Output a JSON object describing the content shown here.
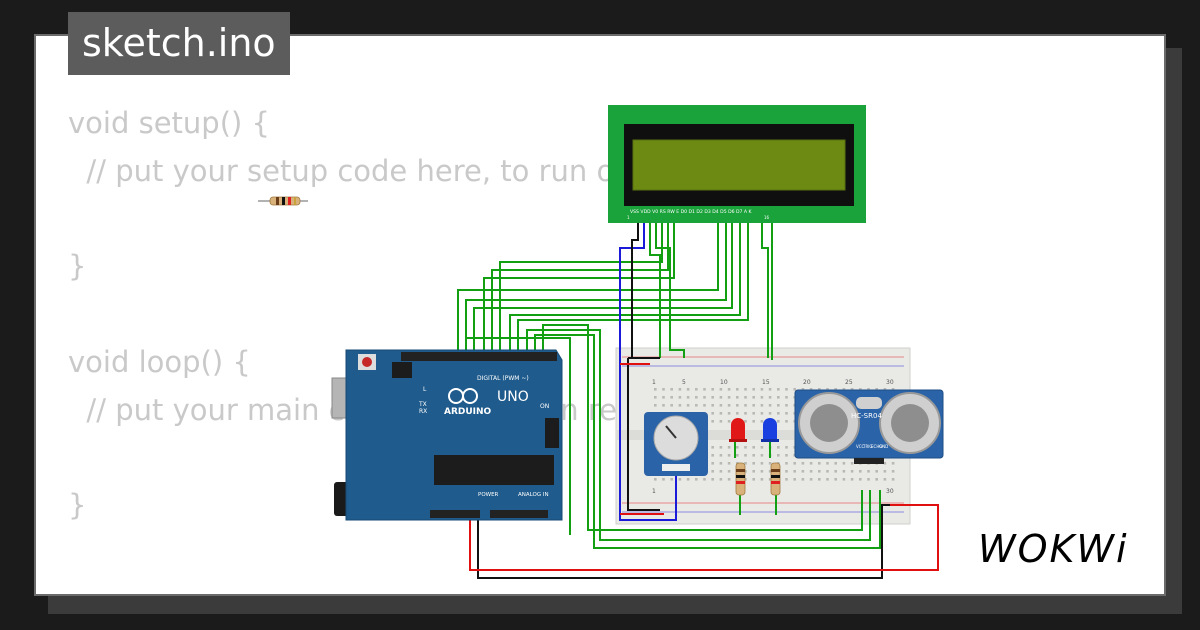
{
  "file": {
    "name": "sketch.ino"
  },
  "code_lines": [
    "void setup() {",
    "  // put your setup code here, to run once:",
    "",
    "}",
    "",
    "void loop() {",
    "  // put your main code here, to run repeatedly:",
    "",
    "}"
  ],
  "brand": {
    "logo": "WOKWi"
  },
  "arduino": {
    "board": "UNO",
    "name": "ARDUINO",
    "digital_label": "DIGITAL (PWM ~)",
    "power_label": "POWER",
    "analog_label": "ANALOG IN",
    "on_label": "ON",
    "tx_label": "TX",
    "rx_label": "RX",
    "l_label": "L"
  },
  "lcd": {
    "pin_labels": "VSS VDD V0 RS RW E D0 D1 D2 D3 D4 D5 D6 D7 A K",
    "pin_first": "1",
    "pin_last": "16"
  },
  "breadboard": {
    "column_numbers": [
      "1",
      "5",
      "10",
      "15",
      "20",
      "25",
      "30"
    ]
  },
  "sensor": {
    "label": "HC-SR04",
    "pins": [
      "VCC",
      "TRIG",
      "ECHO",
      "GND"
    ]
  },
  "colors": {
    "wire_green": "#12a012",
    "wire_blue": "#1a1ad8",
    "wire_black": "#111111",
    "wire_red": "#e01010",
    "arduino_blue": "#1f5b8c",
    "lcd_green": "#1aa33b",
    "sensor_blue": "#2a63a8"
  }
}
